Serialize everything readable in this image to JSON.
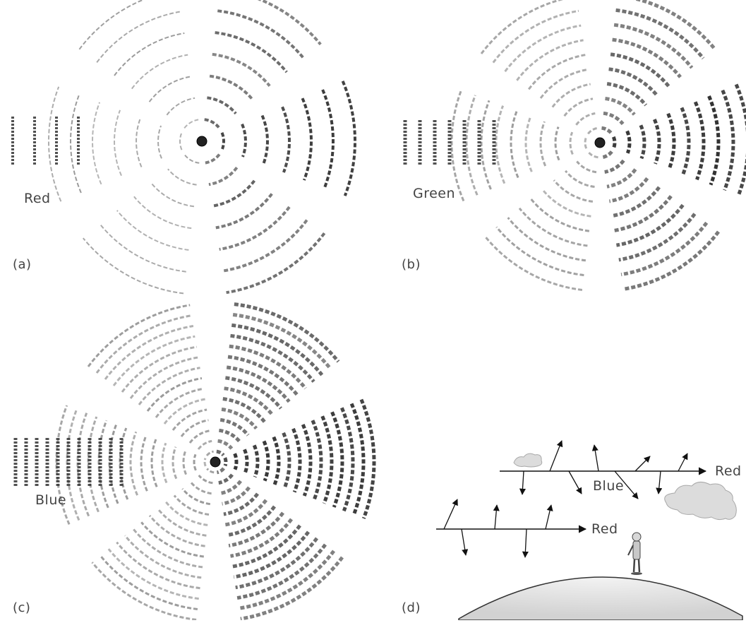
{
  "panels": [
    {
      "id": "a",
      "letter": "(a)",
      "color_label": "Red",
      "wave_count": 4,
      "wave_spacing": 31
    },
    {
      "id": "b",
      "letter": "(b)",
      "color_label": "Green",
      "wave_count": 7,
      "wave_spacing": 21
    },
    {
      "id": "c",
      "letter": "(c)",
      "color_label": "Blue",
      "wave_count": 11,
      "wave_spacing": 15
    }
  ],
  "panel_d": {
    "letter": "(d)",
    "upper_ray_label": "Red",
    "scatter_label": "Blue",
    "lower_ray_label": "Red"
  },
  "colors": {
    "wave_ink": "#333333",
    "particle": "#222222",
    "text": "#444444",
    "earth_fill": "#e4e4e4",
    "cloud_fill": "#dcdcdc"
  }
}
